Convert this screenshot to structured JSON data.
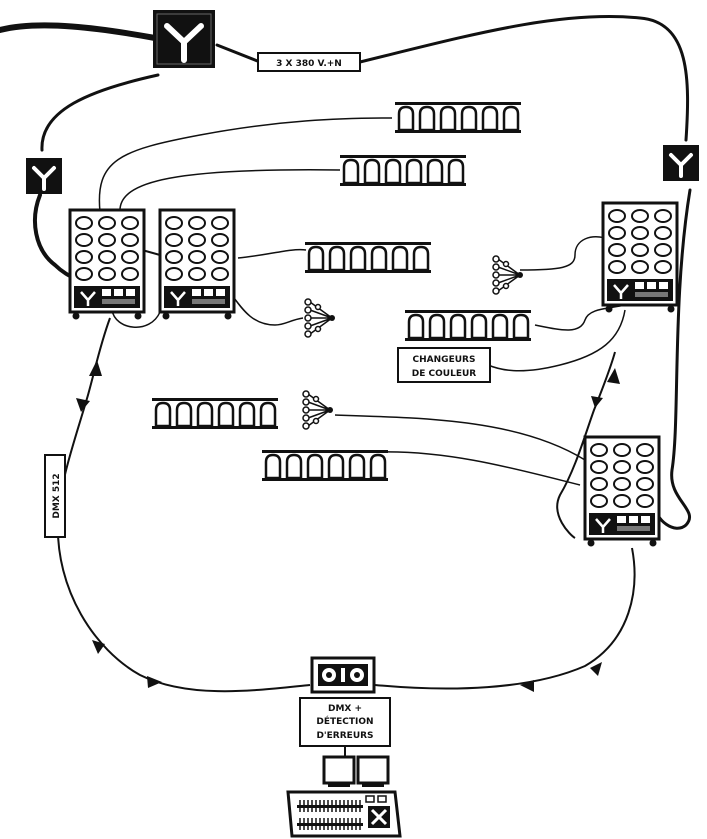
{
  "labels": {
    "power": "3 X 380 V.+N",
    "color_changers_line1": "CHANGEURS",
    "color_changers_line2": "DE COULEUR",
    "dmx": "DMX 512",
    "dmx_errors_line1": "DMX +",
    "dmx_errors_line2": "DÉTECTION",
    "dmx_errors_line3": "D'ERREURS"
  },
  "colors": {
    "ink": "#111111",
    "paper": "#ffffff"
  }
}
